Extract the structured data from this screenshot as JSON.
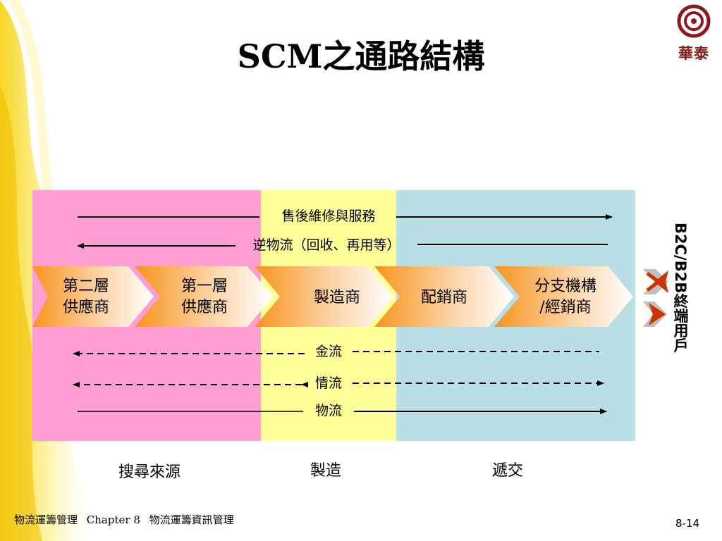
{
  "logo": {
    "brand": "華泰"
  },
  "title": "SCM之通路結構",
  "flows": {
    "after_sales": "售後維修與服務",
    "reverse_logistics": "逆物流（回收、再用等）",
    "cash_flow": "金流",
    "info_flow": "情流",
    "material_flow": "物流"
  },
  "chain": [
    {
      "line1": "第二層",
      "line2": "供應商"
    },
    {
      "line1": "第一層",
      "line2": "供應商"
    },
    {
      "line1": "製造商",
      "line2": ""
    },
    {
      "line1": "配銷商",
      "line2": ""
    },
    {
      "line1": "分支機構",
      "line2": "/經銷商"
    }
  ],
  "end_user": "B2C/B2B終端用戶",
  "phases": {
    "sourcing": "搜尋來源",
    "manufacturing": "製造",
    "delivery": "遞交"
  },
  "footer": {
    "course": "物流運籌管理",
    "chapter": "Chapter  8",
    "chapter_title": "物流運籌資訊管理",
    "page": "8-14"
  },
  "colors": {
    "pink": "#fe9ed2",
    "yellow": "#ffff99",
    "blue": "#b8e0e4",
    "chevron": "#f7941d",
    "arrow_red": "#cc3300"
  }
}
